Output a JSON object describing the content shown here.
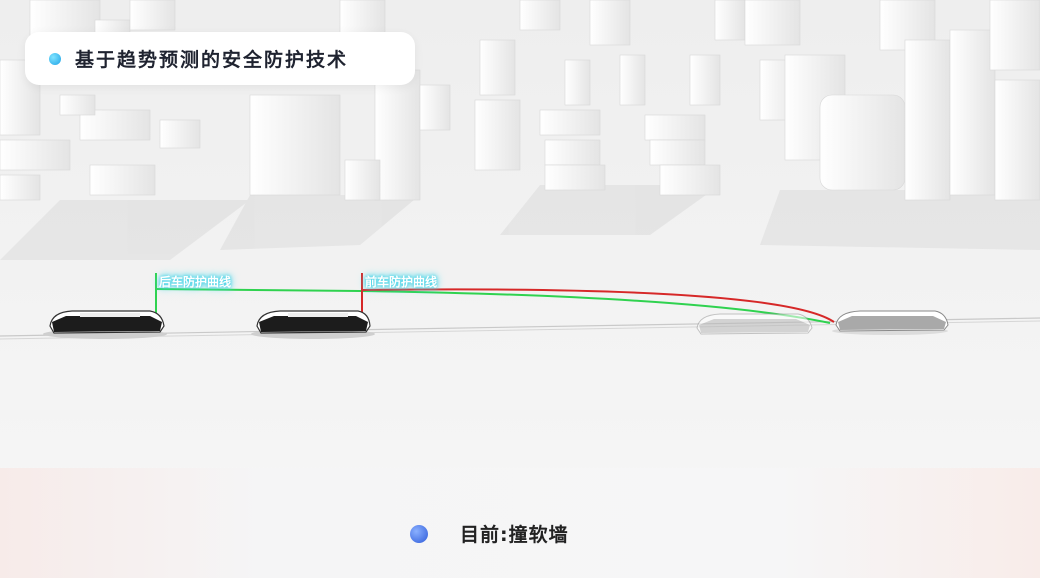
{
  "header": {
    "title": "基于趋势预测的安全防护技术"
  },
  "curves": {
    "rear_label": "后车防护曲线",
    "front_label": "前车防护曲线",
    "rear_color": "#2fd24f",
    "front_color": "#d62828"
  },
  "status": {
    "text": "目前:撞软墙"
  },
  "colors": {
    "title_dot": "#1fa3e6",
    "status_dot": "#2e5bd9",
    "label_glow": "#3ed1e6"
  }
}
